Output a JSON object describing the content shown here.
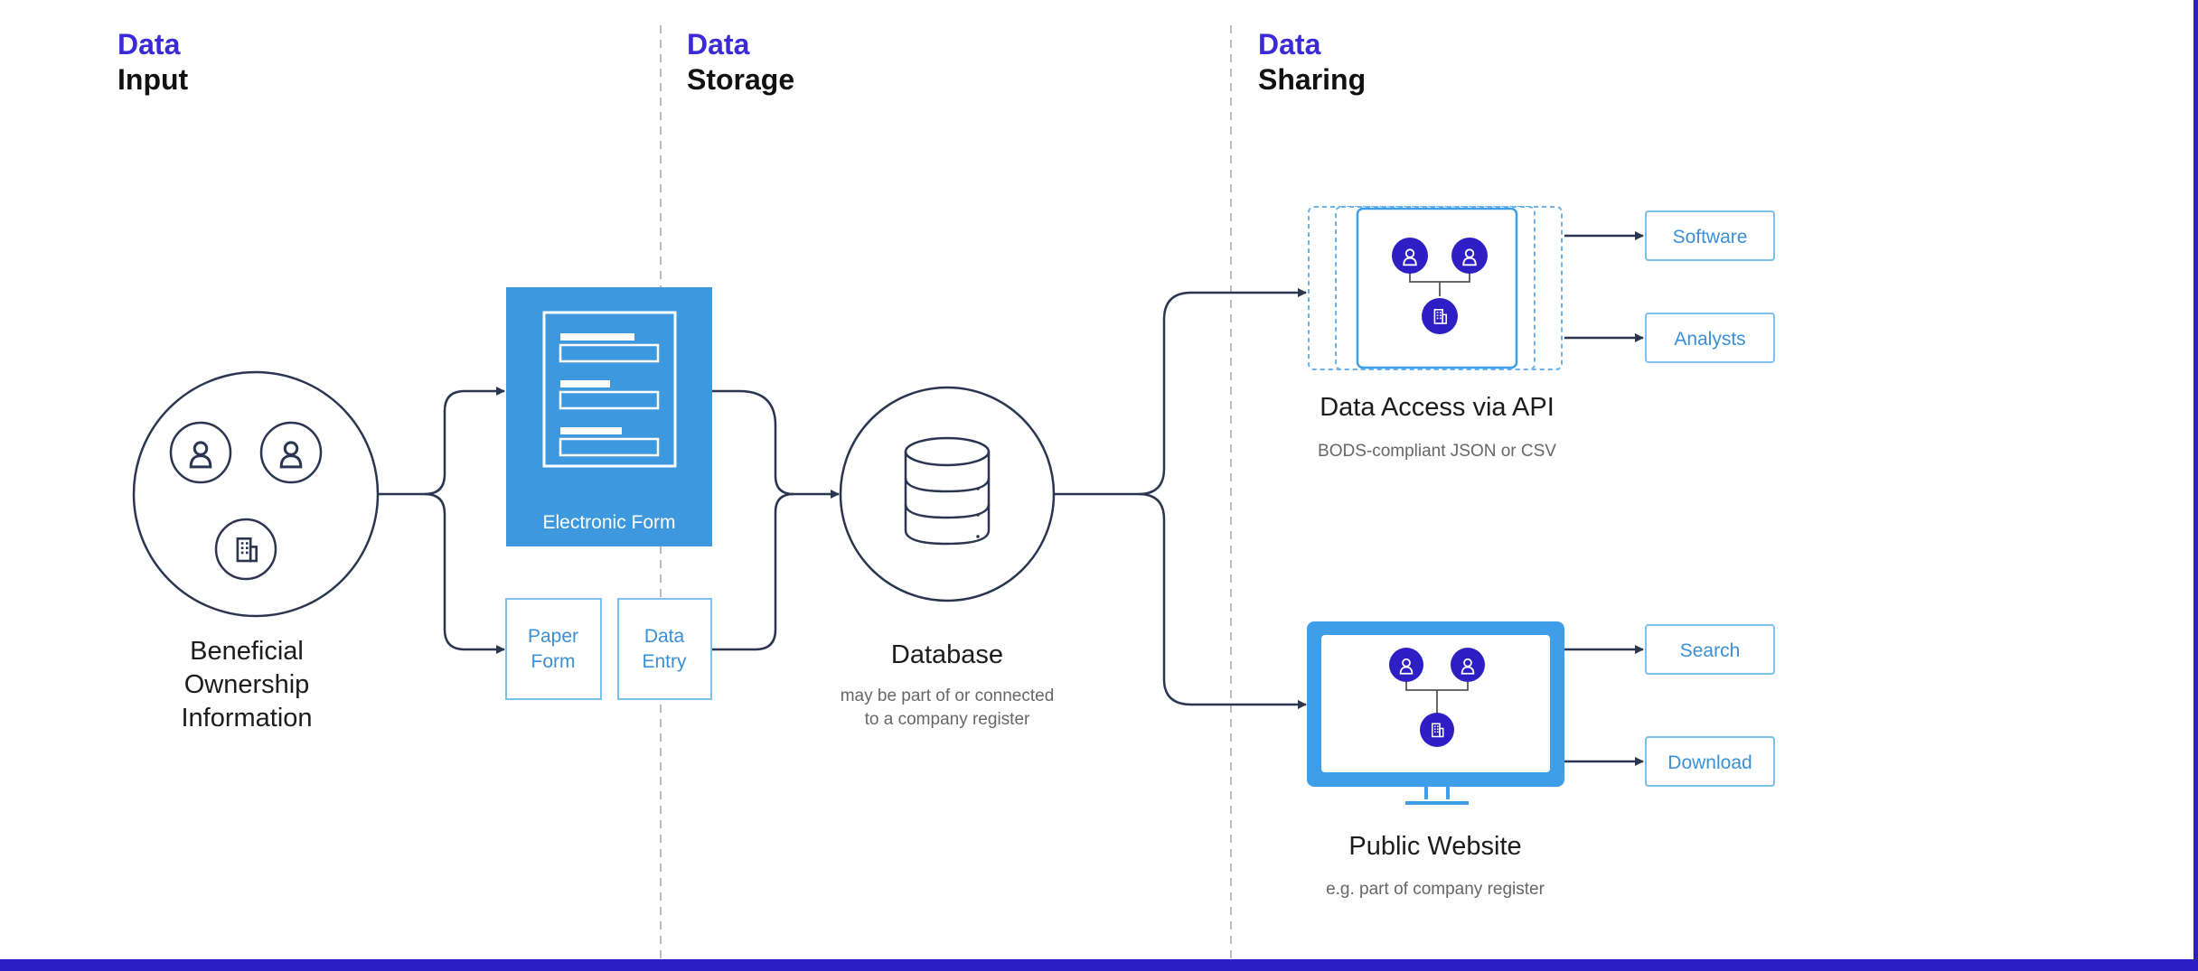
{
  "columns": [
    {
      "accent": "Data",
      "title": "Input"
    },
    {
      "accent": "Data",
      "title": "Storage"
    },
    {
      "accent": "Data",
      "title": "Sharing"
    }
  ],
  "input": {
    "label_lines": [
      "Beneficial",
      "Ownership",
      "Information"
    ],
    "person_icon": "person-icon",
    "building_icon": "building-icon"
  },
  "forms": {
    "electronic_form": "Electronic Form",
    "paper_form": [
      "Paper",
      "Form"
    ],
    "data_entry": [
      "Data",
      "Entry"
    ]
  },
  "storage": {
    "title": "Database",
    "subtitle_lines": [
      "may be part of or connected",
      "to a company register"
    ],
    "icon": "database-icon"
  },
  "api": {
    "title": "Data Access via API",
    "subtitle": "BODS-compliant JSON or CSV",
    "outputs": [
      "Software",
      "Analysts"
    ]
  },
  "website": {
    "title": "Public Website",
    "subtitle": "e.g. part of company register",
    "outputs": [
      "Search",
      "Download"
    ]
  },
  "colors": {
    "accent": "#3a2bd6",
    "icon_fill": "#2d1fc4",
    "light_blue": "#3f9ee8",
    "form_fill": "#3d98dd",
    "line": "#2a3550",
    "frame": "#2c1fc5"
  }
}
